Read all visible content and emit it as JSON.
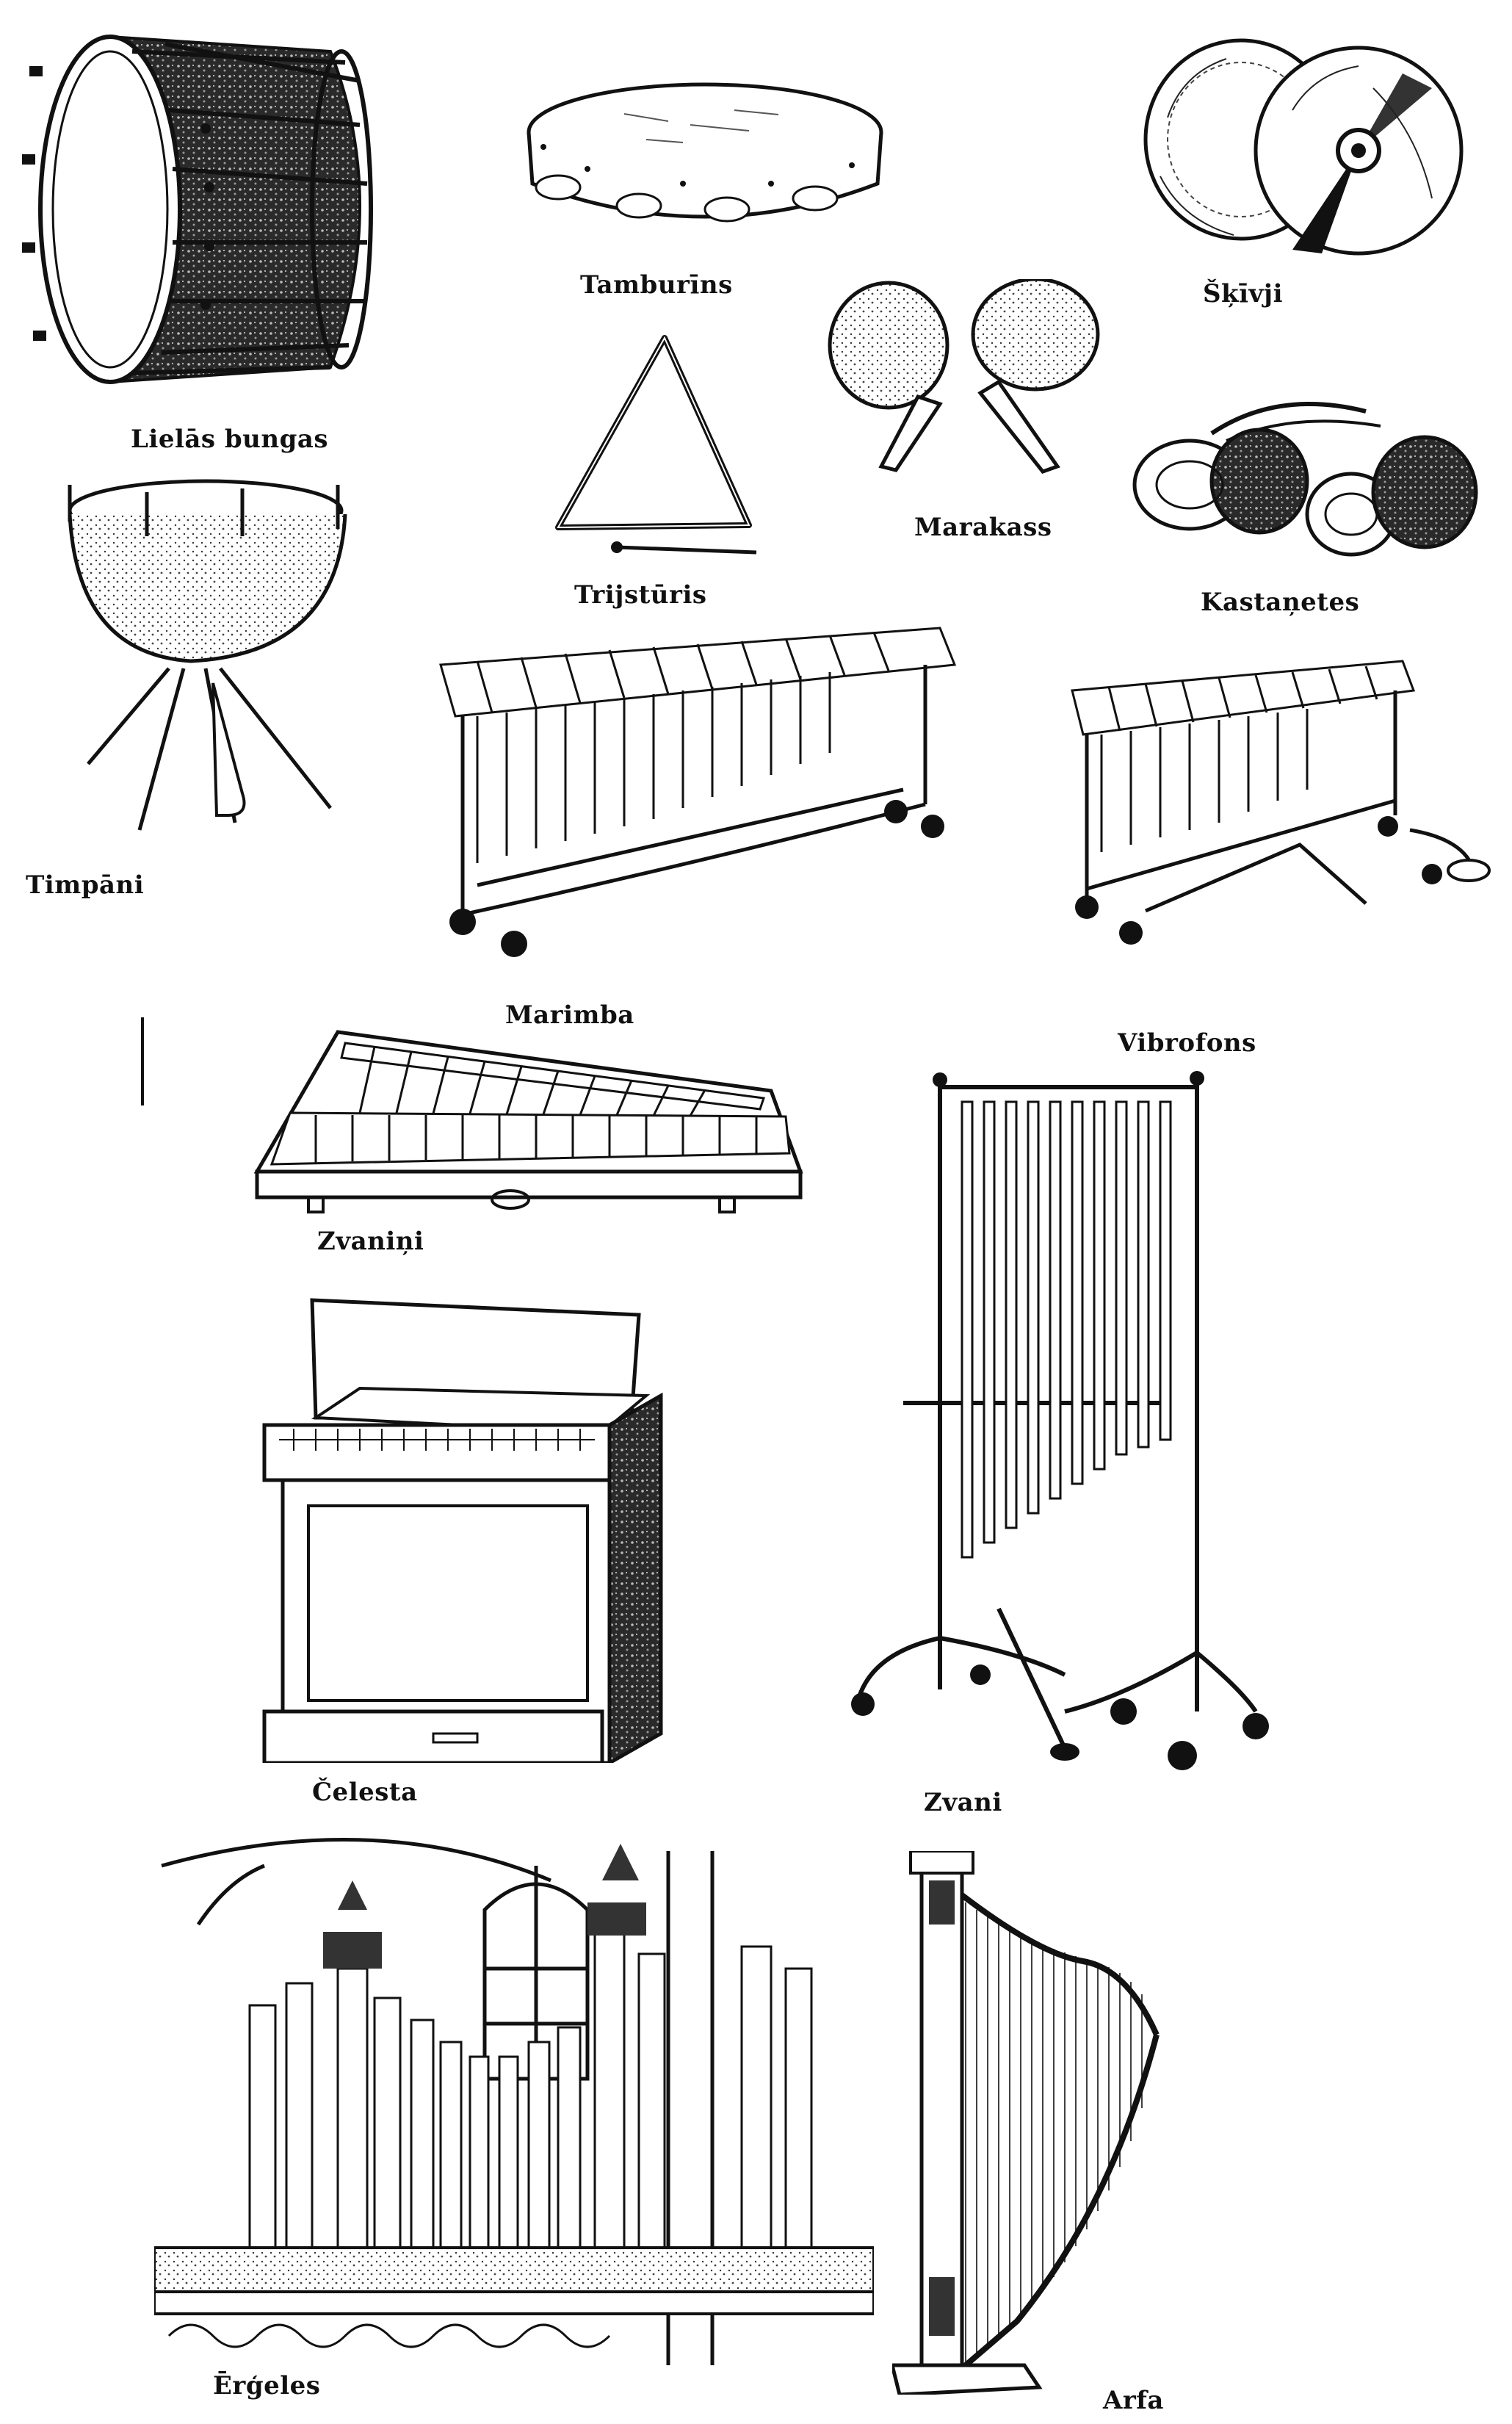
{
  "instruments": [
    {
      "id": "bass-drum",
      "label": "Lielās bungas",
      "icon": "bass-drum-illustration"
    },
    {
      "id": "tambourine",
      "label": "Tamburīns",
      "icon": "tambourine-illustration"
    },
    {
      "id": "cymbals",
      "label": "Šķīvji",
      "icon": "cymbals-illustration"
    },
    {
      "id": "maracas",
      "label": "Marakass",
      "icon": "maracas-illustration"
    },
    {
      "id": "triangle",
      "label": "Trijstūris",
      "icon": "triangle-illustration"
    },
    {
      "id": "castanets",
      "label": "Kastaņetes",
      "icon": "castanets-illustration"
    },
    {
      "id": "timpani",
      "label": "Timpāni",
      "icon": "timpani-illustration"
    },
    {
      "id": "marimba",
      "label": "Marimba",
      "icon": "marimba-illustration"
    },
    {
      "id": "vibraphone",
      "label": "Vibrofons",
      "icon": "vibraphone-illustration"
    },
    {
      "id": "glockenspiel",
      "label": "Zvaniņi",
      "icon": "glockenspiel-illustration"
    },
    {
      "id": "celesta",
      "label": "Čelesta",
      "icon": "celesta-illustration"
    },
    {
      "id": "tubular-bells",
      "label": "Zvani",
      "icon": "tubular-bells-illustration"
    },
    {
      "id": "organ",
      "label": "Ērģeles",
      "icon": "organ-illustration"
    },
    {
      "id": "harp",
      "label": "Arfa",
      "icon": "harp-illustration"
    }
  ]
}
